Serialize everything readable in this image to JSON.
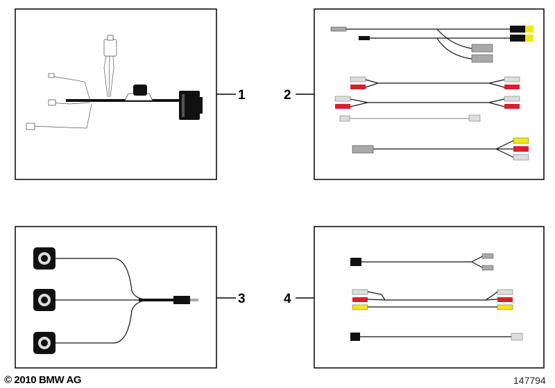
{
  "callouts": [
    {
      "id": "1",
      "label": "1"
    },
    {
      "id": "2",
      "label": "2"
    },
    {
      "id": "3",
      "label": "3"
    },
    {
      "id": "4",
      "label": "4"
    }
  ],
  "footer": {
    "copyright": "© 2010 BMW AG",
    "part_number": "147794"
  },
  "colors": {
    "red": "#d9202a",
    "yellow": "#f2e51a",
    "grey": "#a9a9a9",
    "black": "#111111"
  }
}
